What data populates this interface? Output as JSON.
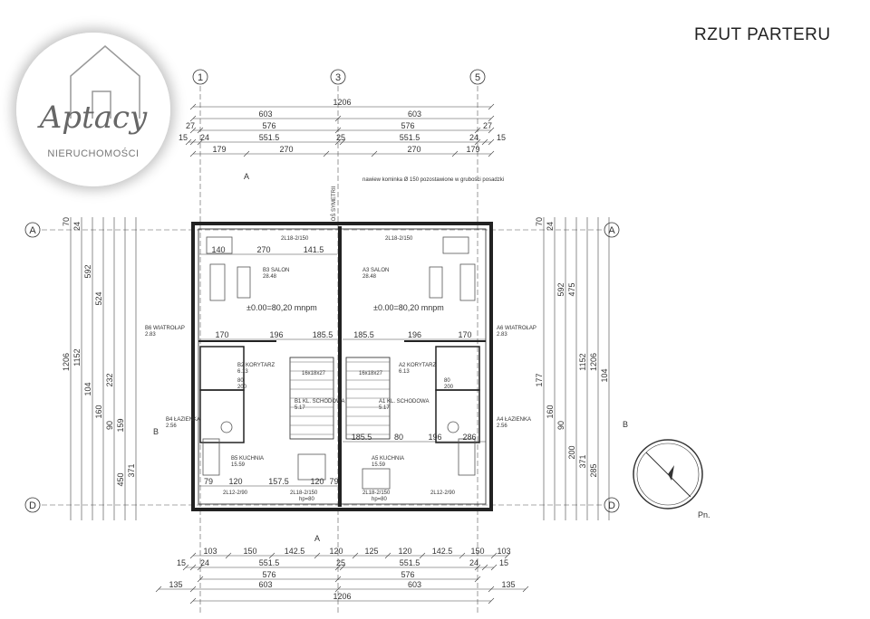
{
  "title": "RZUT PARTERU",
  "axes": {
    "top": [
      "1",
      "3",
      "5"
    ],
    "side": [
      "A",
      "D"
    ]
  },
  "dims_top": {
    "row1": [
      "1206"
    ],
    "row2": [
      "603",
      "603"
    ],
    "row3": [
      "27",
      "576",
      "576",
      "27"
    ],
    "row4": [
      "15",
      "24",
      "551.5",
      "25",
      "551.5",
      "24",
      "15"
    ],
    "row5": [
      "179",
      "270",
      "270",
      "179"
    ]
  },
  "dims_bottom": {
    "row1": [
      "103",
      "150",
      "142.5",
      "120",
      "125",
      "120",
      "142.5",
      "150",
      "103"
    ],
    "row2": [
      "15",
      "24",
      "551.5",
      "25",
      "551.5",
      "24",
      "15"
    ],
    "row3": [
      "576",
      "576"
    ],
    "row4": [
      "135",
      "603",
      "603",
      "135"
    ],
    "row5": [
      "1206"
    ]
  },
  "dims_left": [
    "1206",
    "1152",
    "592",
    "524",
    "232",
    "450",
    "371",
    "70",
    "24",
    "104",
    "160",
    "90",
    "159"
  ],
  "dims_right": [
    "70",
    "24",
    "592",
    "475",
    "1152",
    "1206",
    "104",
    "177",
    "160",
    "90",
    "200",
    "371",
    "285"
  ],
  "interior_dims": {
    "salon_left": [
      "140",
      "270",
      "141.5"
    ],
    "corridor_left": [
      "170",
      "196",
      "185.5"
    ],
    "corridor_right": [
      "185.5",
      "196",
      "170"
    ],
    "kitchen_left": [
      "79",
      "120",
      "157.5",
      "120",
      "79"
    ],
    "kitchen_right": [
      "185.5",
      "80",
      "196",
      "286"
    ]
  },
  "rooms": {
    "left": [
      {
        "code": "B3 SALON",
        "area": "28.48"
      },
      {
        "code": "B2 KORYTARZ",
        "area": "6.13"
      },
      {
        "code": "B1 KL. SCHODOWA",
        "area": "5.17"
      },
      {
        "code": "B4 ŁAZIENKA",
        "area": "2.56"
      },
      {
        "code": "B5 KUCHNIA",
        "area": "15.59"
      },
      {
        "code": "B6 WIATROŁAP",
        "area": "2.83"
      }
    ],
    "right": [
      {
        "code": "A3 SALON",
        "area": "28.48"
      },
      {
        "code": "A2 KORYTARZ",
        "area": "6.13"
      },
      {
        "code": "A1 KL. SCHODOWA",
        "area": "5.17"
      },
      {
        "code": "A4 ŁAZIENKA",
        "area": "2.56"
      },
      {
        "code": "A5 KUCHNIA",
        "area": "15.59"
      },
      {
        "code": "A6 WIATROŁAP",
        "area": "2.83"
      }
    ]
  },
  "level": "±0.00=80,20 mnpm",
  "stairs": "16x18x27",
  "symmetry_axis": "OŚ SYMETRII",
  "note": "nawiew kominka Ø 150 pozostawione w grubości posadzki",
  "doors": {
    "door_a": "80",
    "door_b": "200"
  },
  "windows": {
    "terrace": "2L18-2/150",
    "kitchen": "2L18-2/150",
    "small": "2L12-2/90",
    "sill": "hp=80"
  },
  "section_marks": [
    "A",
    "B"
  ],
  "compass_label": "Pn.",
  "logo": {
    "name": "Aptacy",
    "sub": "NIERUCHOMOŚCI"
  }
}
